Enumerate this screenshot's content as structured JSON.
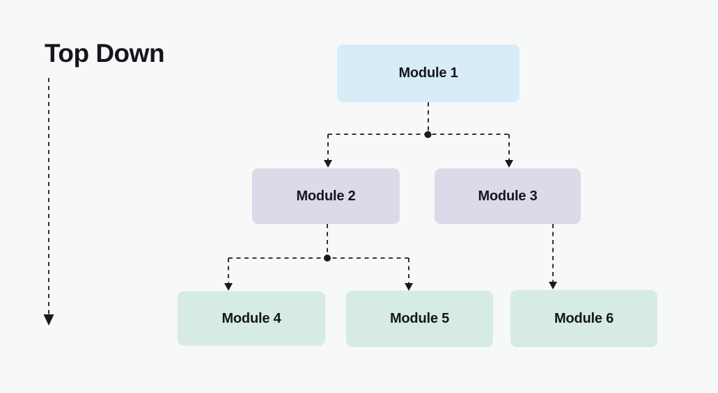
{
  "title": "Top Down",
  "colors": {
    "background": "#f7f8f8",
    "level1_fill": "#d7ecf6",
    "level2_fill": "#dcd9e8",
    "level3_fill": "#d6ebe1",
    "line": "#1a1a1a",
    "text": "#15161c"
  },
  "diagram": {
    "direction_label": "Top Down",
    "nodes": [
      {
        "id": "module-1",
        "label": "Module 1",
        "level": 1
      },
      {
        "id": "module-2",
        "label": "Module 2",
        "level": 2
      },
      {
        "id": "module-3",
        "label": "Module 3",
        "level": 2
      },
      {
        "id": "module-4",
        "label": "Module 4",
        "level": 3
      },
      {
        "id": "module-5",
        "label": "Module 5",
        "level": 3
      },
      {
        "id": "module-6",
        "label": "Module 6",
        "level": 3
      }
    ],
    "edges": [
      {
        "from": "module-1",
        "to": "module-2"
      },
      {
        "from": "module-1",
        "to": "module-3"
      },
      {
        "from": "module-2",
        "to": "module-4"
      },
      {
        "from": "module-2",
        "to": "module-5"
      },
      {
        "from": "module-3",
        "to": "module-6"
      }
    ]
  }
}
